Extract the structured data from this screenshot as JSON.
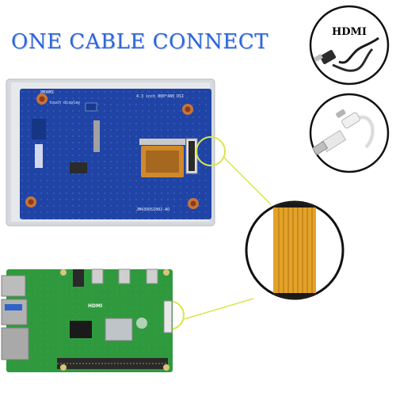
{
  "headline": "ONE CABLE CONNECT",
  "colors": {
    "headline": "#2f67d8",
    "pcb_blue": "#1f44a6",
    "pcb_green": "#2f9a3d",
    "flex_cable": "#e3a22a",
    "connector_line": "#d8e64a"
  },
  "hdmi_callout": {
    "label": "HDMI",
    "icon": "hdmi-cable-icon"
  },
  "usb_callout": {
    "icon": "usb-c-cable-icon"
  },
  "display_board": {
    "model_text": "4.3 inch 800*480 DSI",
    "brand_text": "JMO8MI",
    "touch_text": "touch display",
    "part_number": "JM43OOSI002-AO"
  },
  "raspberry_pi": {
    "hdmi_text": "HDMI"
  }
}
